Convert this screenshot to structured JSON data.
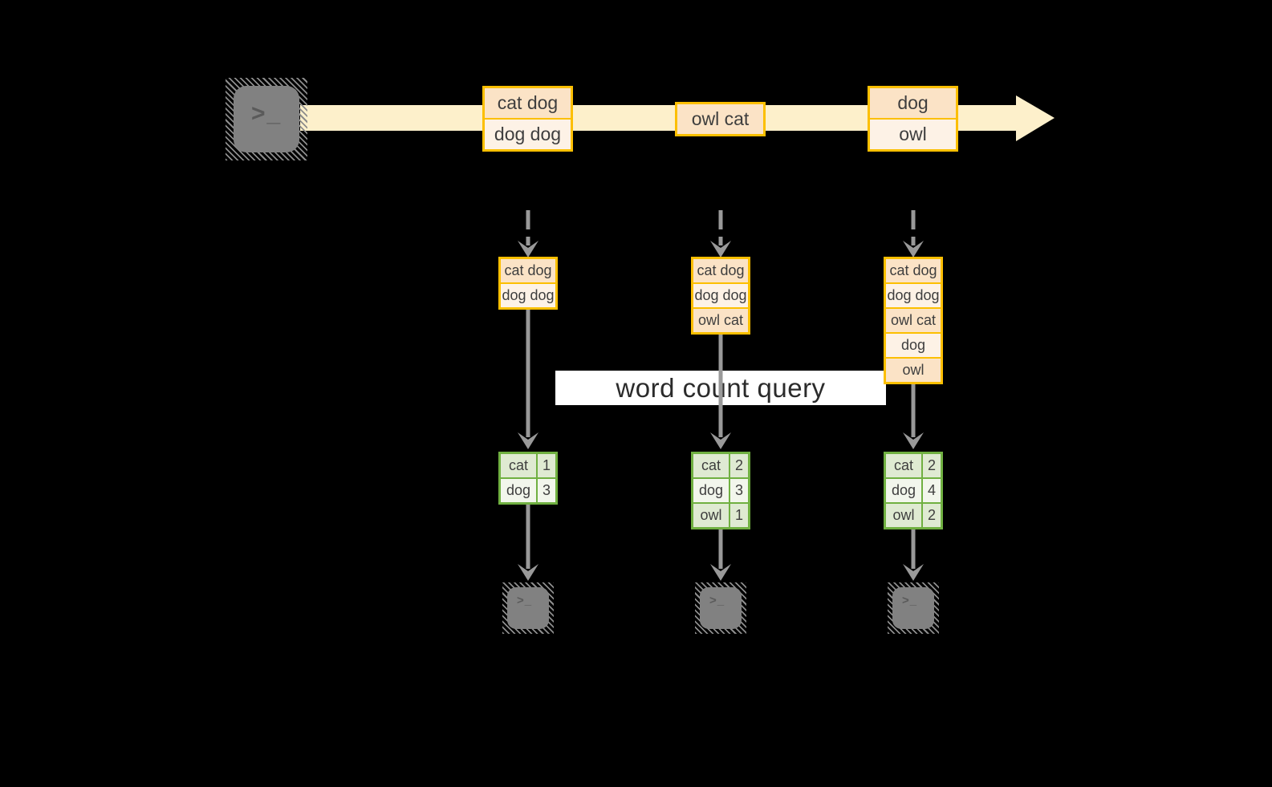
{
  "query": {
    "label": "word count query"
  },
  "stream": {
    "source_icon": "terminal",
    "events": [
      {
        "items": [
          "cat dog",
          "dog dog"
        ]
      },
      {
        "items": [
          "owl cat"
        ]
      },
      {
        "items": [
          "dog",
          "owl"
        ]
      }
    ]
  },
  "snapshots": [
    {
      "buffer": [
        "cat dog",
        "dog dog"
      ],
      "counts": [
        {
          "word": "cat",
          "count": "1"
        },
        {
          "word": "dog",
          "count": "3"
        }
      ]
    },
    {
      "buffer": [
        "cat dog",
        "dog dog",
        "owl cat"
      ],
      "counts": [
        {
          "word": "cat",
          "count": "2"
        },
        {
          "word": "dog",
          "count": "3"
        },
        {
          "word": "owl",
          "count": "1"
        }
      ]
    },
    {
      "buffer": [
        "cat dog",
        "dog dog",
        "owl cat",
        "dog",
        "owl"
      ],
      "counts": [
        {
          "word": "cat",
          "count": "2"
        },
        {
          "word": "dog",
          "count": "4"
        },
        {
          "word": "owl",
          "count": "2"
        }
      ]
    }
  ],
  "icons": {
    "terminal_prompt": ">_"
  },
  "colors": {
    "background": "#000000",
    "accent_orange": "#fcbf00",
    "fill_peach_dark": "#fbe3c6",
    "fill_peach_light": "#fdf2e6",
    "stream_cream": "#fdf0cb",
    "accent_green": "#70b041",
    "fill_green_dark": "#dfead2",
    "fill_green_light": "#f2f6ec",
    "arrow_gray": "#999999",
    "terminal_gray": "#818181",
    "text_dark": "#3e3e3e"
  }
}
